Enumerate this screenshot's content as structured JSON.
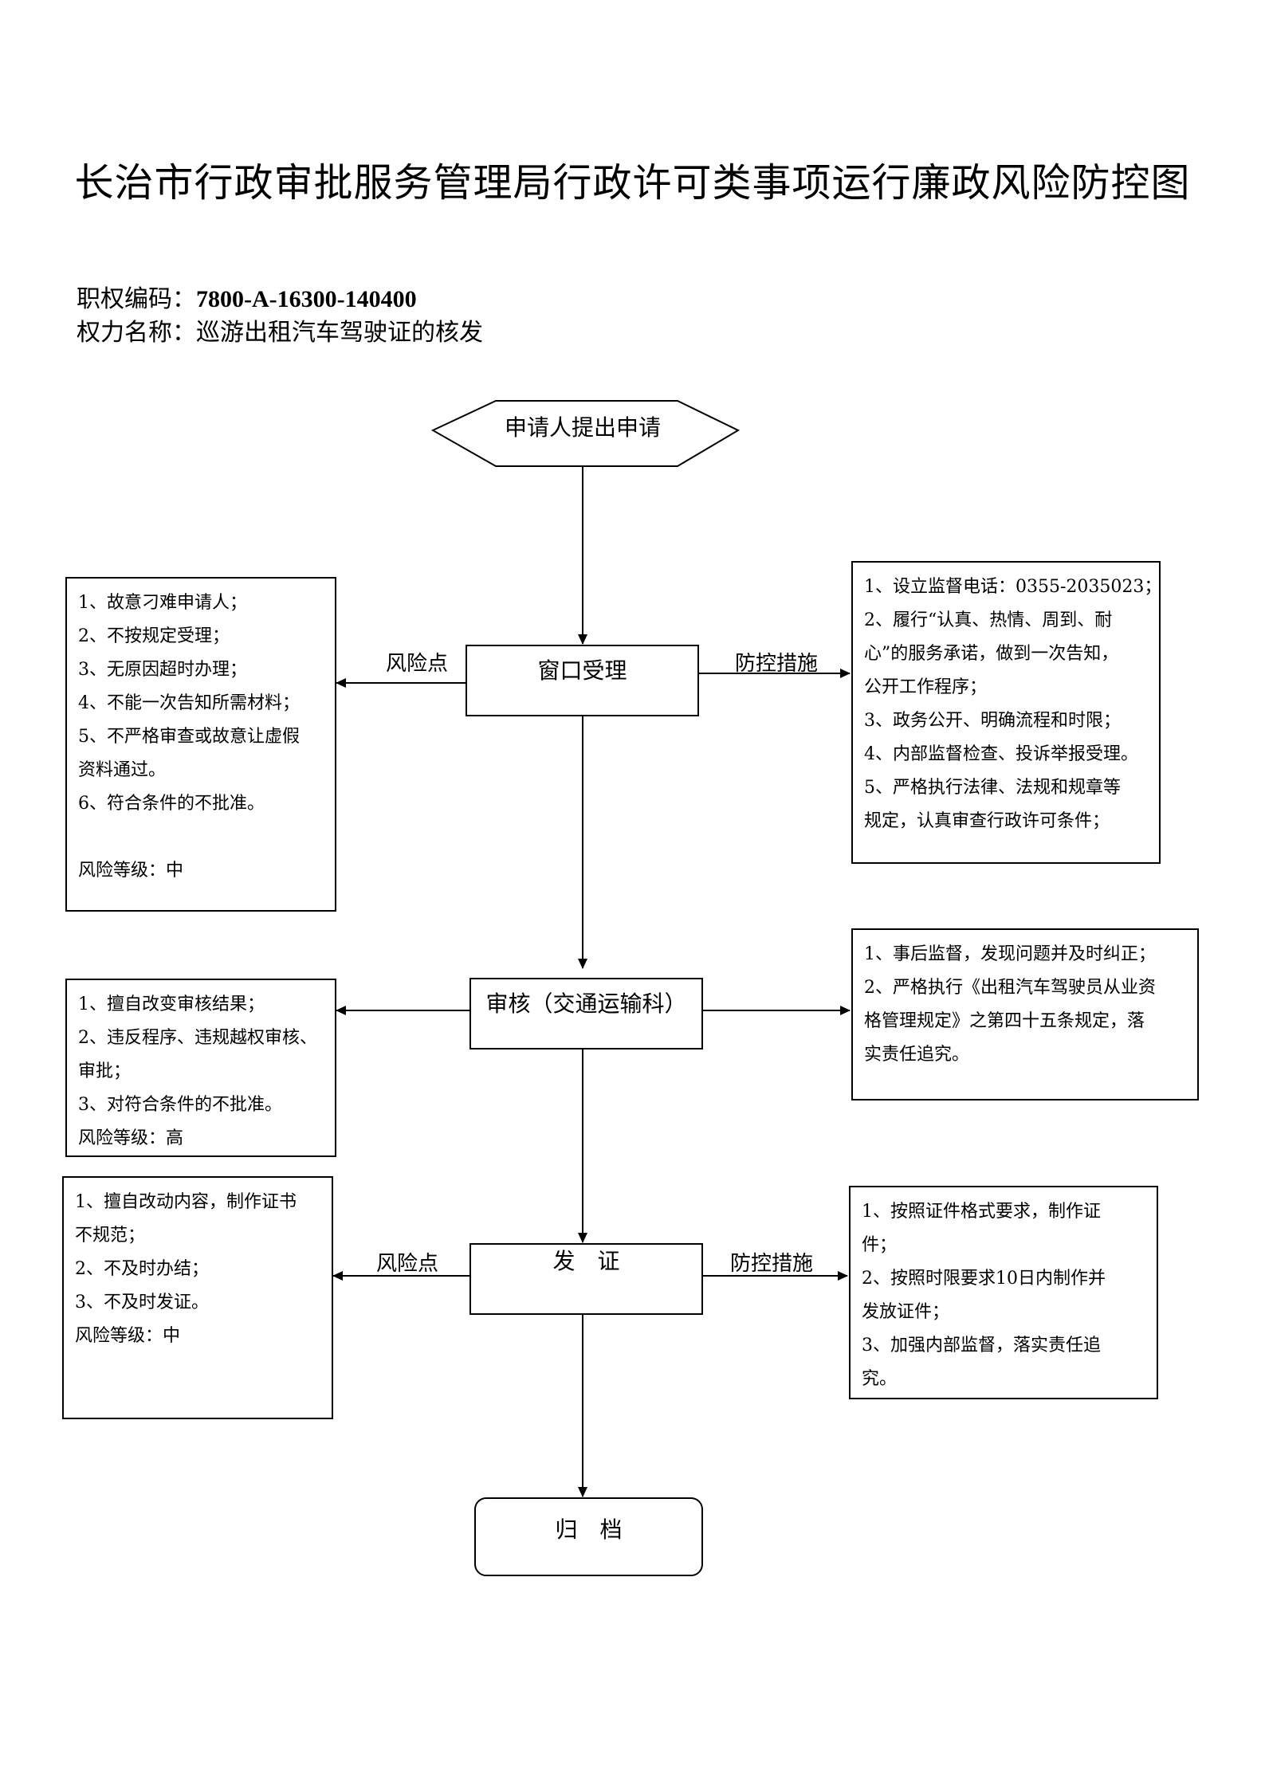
{
  "title": "长治市行政审批服务管理局行政许可类事项运行廉政风险防控图",
  "meta": {
    "code_label": "职权编码：",
    "code_value": "7800-A-16300-140400",
    "name_label": "权力名称：",
    "name_value": "巡游出租汽车驾驶证的核发"
  },
  "nodes": {
    "start": "申请人提出申请",
    "window": "窗口受理",
    "review": "审核（交通运输科）",
    "issue": "发　证",
    "archive": "归　档"
  },
  "labels": {
    "risk_point_1": "风险点",
    "control_1": "防控措施",
    "risk_point_3": "风险点",
    "control_3": "防控措施"
  },
  "risk_boxes": {
    "window": {
      "lines": [
        "1、故意刁难申请人；",
        "2、不按规定受理；",
        "3、无原因超时办理；",
        "4、不能一次告知所需材料；",
        "5、不严格审查或故意让虚假",
        "资料通过。",
        "6、符合条件的不批准。"
      ],
      "level": "风险等级：中"
    },
    "review": {
      "lines": [
        "1、擅自改变审核结果；",
        "2、违反程序、违规越权审核、",
        "审批；",
        "3、对符合条件的不批准。"
      ],
      "level": "风险等级：高"
    },
    "issue": {
      "lines": [
        "1、擅自改动内容，制作证书",
        "不规范；",
        "2、不及时办结；",
        "3、不及时发证。"
      ],
      "level": "风险等级：中"
    }
  },
  "control_boxes": {
    "window": {
      "lines": [
        "1、设立监督电话：0355-2035023；",
        "2、履行“认真、热情、周到、耐",
        "心”的服务承诺，做到一次告知，",
        "公开工作程序；",
        "3、政务公开、明确流程和时限；",
        "4、内部监督检查、投诉举报受理。",
        "5、严格执行法律、法规和规章等",
        "规定，认真审查行政许可条件；"
      ]
    },
    "review": {
      "lines": [
        "1、事后监督，发现问题并及时纠正；",
        "2、严格执行《出租汽车驾驶员从业资",
        "格管理规定》之第四十五条规定，落",
        "实责任追究。"
      ]
    },
    "issue": {
      "lines": [
        "1、按照证件格式要求，制作证",
        "件；",
        "2、按照时限要求10日内制作并",
        "发放证件；",
        "3、加强内部监督，落实责任追",
        "究。"
      ]
    }
  }
}
